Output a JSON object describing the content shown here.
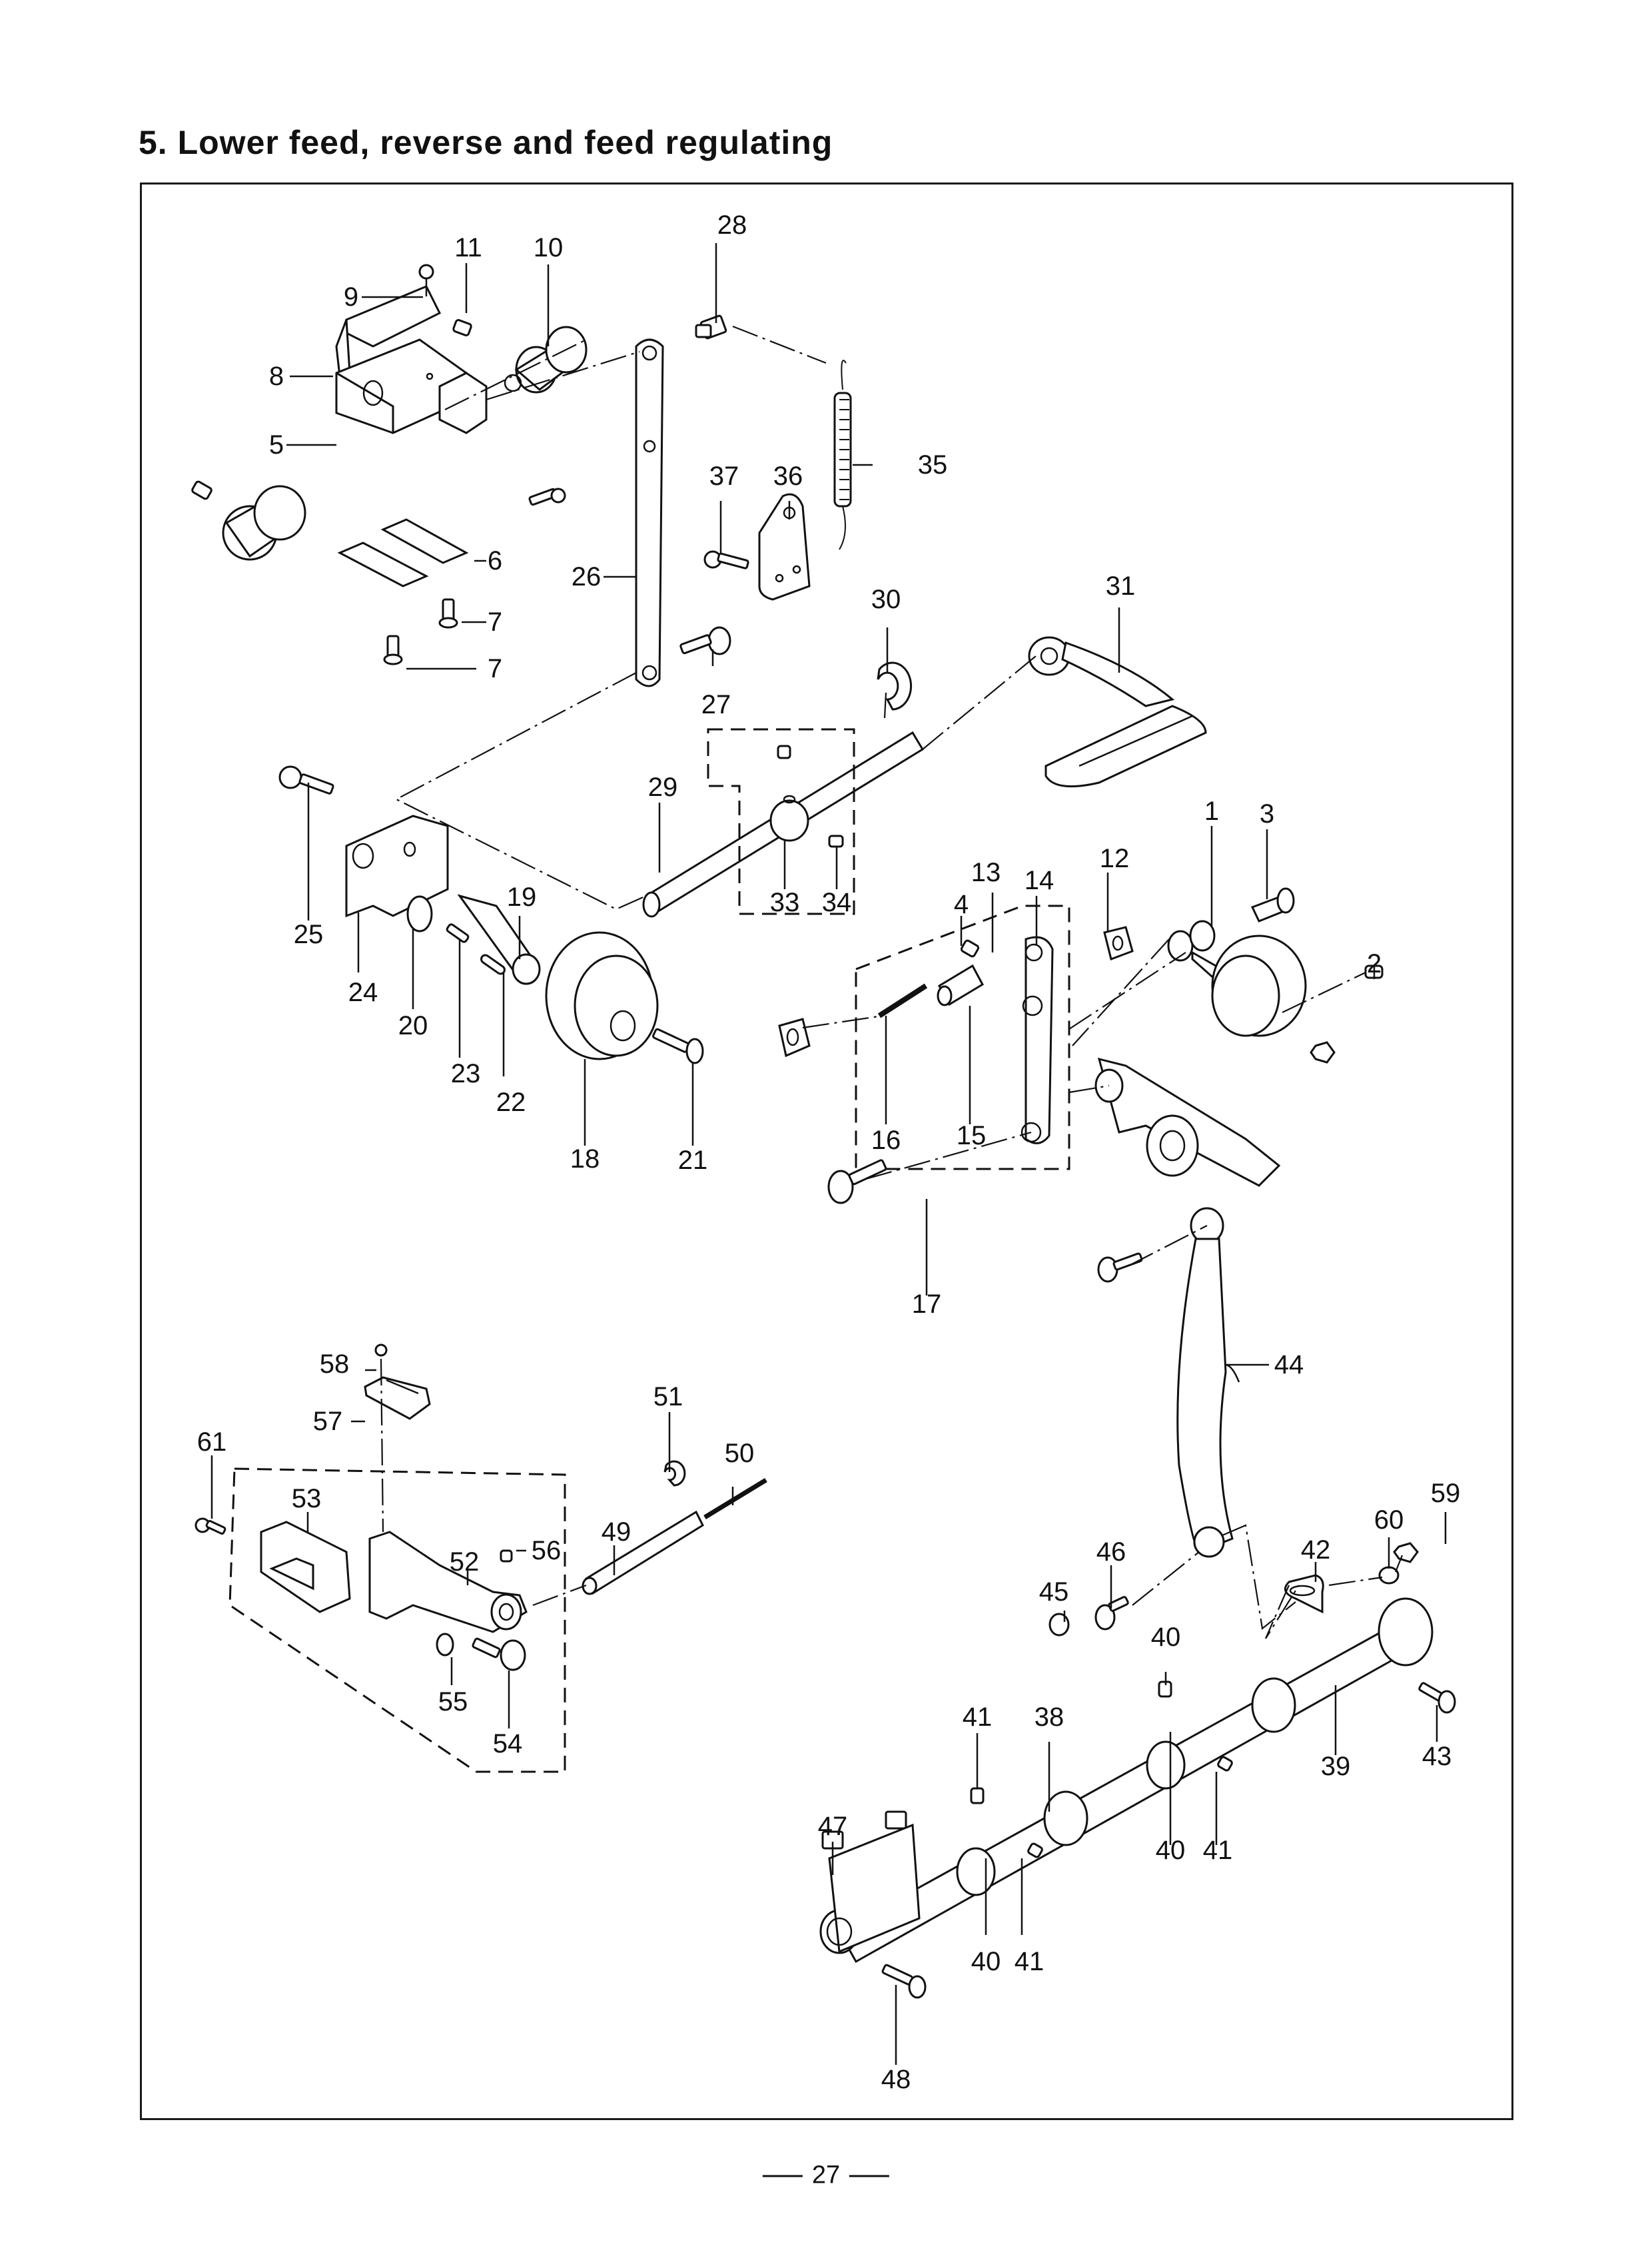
{
  "page": {
    "title": "5. Lower feed, reverse and feed regulating",
    "page_number": "27"
  },
  "diagram": {
    "name": "Lower feed, reverse and feed regulating exploded parts view",
    "part_labels": [
      {
        "id": "1",
        "text": "1"
      },
      {
        "id": "2",
        "text": "2"
      },
      {
        "id": "3",
        "text": "3"
      },
      {
        "id": "4",
        "text": "4"
      },
      {
        "id": "5",
        "text": "5"
      },
      {
        "id": "6",
        "text": "6"
      },
      {
        "id": "7a",
        "text": "7"
      },
      {
        "id": "7b",
        "text": "7"
      },
      {
        "id": "8",
        "text": "8"
      },
      {
        "id": "9",
        "text": "9"
      },
      {
        "id": "10",
        "text": "10"
      },
      {
        "id": "11",
        "text": "11"
      },
      {
        "id": "12",
        "text": "12"
      },
      {
        "id": "13",
        "text": "13"
      },
      {
        "id": "14",
        "text": "14"
      },
      {
        "id": "15",
        "text": "15"
      },
      {
        "id": "16",
        "text": "16"
      },
      {
        "id": "17",
        "text": "17"
      },
      {
        "id": "18",
        "text": "18"
      },
      {
        "id": "19",
        "text": "19"
      },
      {
        "id": "20",
        "text": "20"
      },
      {
        "id": "21",
        "text": "21"
      },
      {
        "id": "22",
        "text": "22"
      },
      {
        "id": "23",
        "text": "23"
      },
      {
        "id": "24",
        "text": "24"
      },
      {
        "id": "25",
        "text": "25"
      },
      {
        "id": "26",
        "text": "26"
      },
      {
        "id": "27",
        "text": "27"
      },
      {
        "id": "28",
        "text": "28"
      },
      {
        "id": "29",
        "text": "29"
      },
      {
        "id": "30",
        "text": "30"
      },
      {
        "id": "31",
        "text": "31"
      },
      {
        "id": "33",
        "text": "33"
      },
      {
        "id": "34",
        "text": "34"
      },
      {
        "id": "35",
        "text": "35"
      },
      {
        "id": "36",
        "text": "36"
      },
      {
        "id": "37",
        "text": "37"
      },
      {
        "id": "38a",
        "text": "38"
      },
      {
        "id": "39",
        "text": "39"
      },
      {
        "id": "40a",
        "text": "40"
      },
      {
        "id": "40b",
        "text": "40"
      },
      {
        "id": "40c",
        "text": "40"
      },
      {
        "id": "41a",
        "text": "41"
      },
      {
        "id": "41b",
        "text": "41"
      },
      {
        "id": "41c",
        "text": "41"
      },
      {
        "id": "42",
        "text": "42"
      },
      {
        "id": "43",
        "text": "43"
      },
      {
        "id": "44",
        "text": "44"
      },
      {
        "id": "45",
        "text": "45"
      },
      {
        "id": "46",
        "text": "46"
      },
      {
        "id": "47",
        "text": "47"
      },
      {
        "id": "48",
        "text": "48"
      },
      {
        "id": "49",
        "text": "49"
      },
      {
        "id": "50",
        "text": "50"
      },
      {
        "id": "51",
        "text": "51"
      },
      {
        "id": "52",
        "text": "52"
      },
      {
        "id": "53",
        "text": "53"
      },
      {
        "id": "54",
        "text": "54"
      },
      {
        "id": "55",
        "text": "55"
      },
      {
        "id": "56",
        "text": "56"
      },
      {
        "id": "57",
        "text": "57"
      },
      {
        "id": "58",
        "text": "58"
      },
      {
        "id": "59",
        "text": "59"
      },
      {
        "id": "60",
        "text": "60"
      },
      {
        "id": "61",
        "text": "61"
      }
    ]
  }
}
